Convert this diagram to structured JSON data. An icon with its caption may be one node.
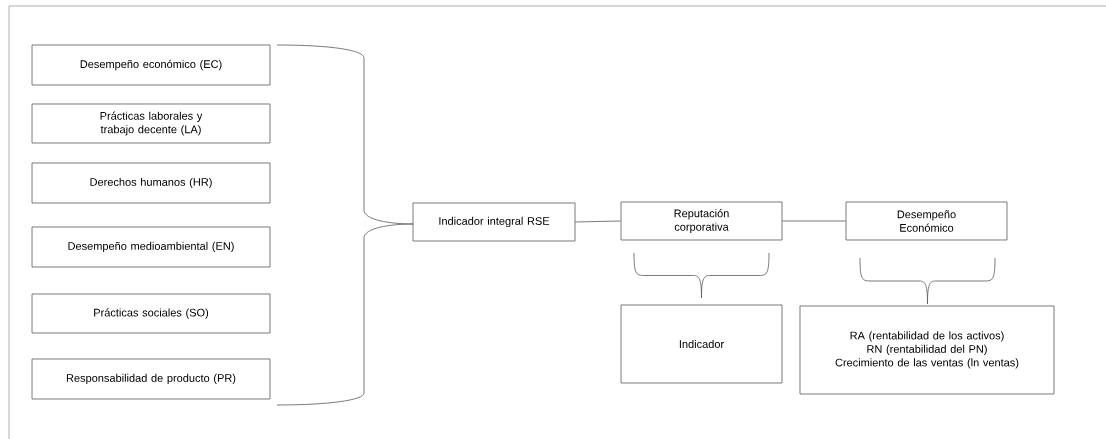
{
  "diagram": {
    "nodes": [
      {
        "text": [
          "Desempeño económico (EC)"
        ]
      },
      {
        "text": [
          "Prácticas laborales y trabajo decente (LA)"
        ]
      },
      {
        "text": [
          "Derechos humanos (HR)"
        ]
      },
      {
        "text": [
          "Desempeño medioambiental (EN)"
        ]
      },
      {
        "text": [
          "Prácticas sociales (SO)"
        ]
      },
      {
        "text": [
          "Responsabilidad de producto (PR)"
        ]
      },
      {
        "text": [
          "Indicador integral RSE"
        ]
      },
      {
        "text": [
          "Reputación corporativa"
        ]
      },
      {
        "text": [
          "Desempeño Económico"
        ]
      },
      {
        "text": [
          "Indicador"
        ]
      },
      {
        "text": [
          "RA (rentabilidad de los activos)",
          "RN (rentabilidad del PN)",
          "Crecimiento de las ventas (ln ventas)"
        ]
      }
    ],
    "edges": [
      {
        "from": 6,
        "to": 7,
        "arrow": "none"
      },
      {
        "from": 7,
        "to": 8,
        "arrow": "none"
      }
    ]
  }
}
